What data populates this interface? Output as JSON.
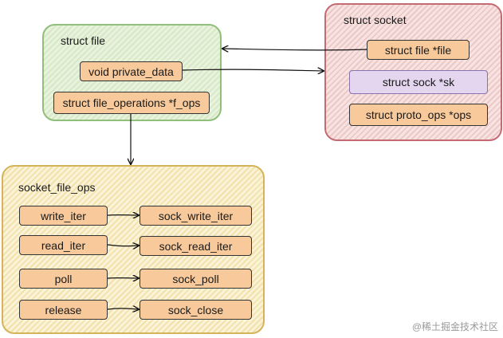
{
  "groups": {
    "file": {
      "title": "struct file"
    },
    "socket": {
      "title": "struct socket"
    },
    "ops": {
      "title": "socket_file_ops"
    }
  },
  "nodes": {
    "private_data": "void private_data",
    "f_ops": "struct file_operations *f_ops",
    "socket_file": "struct file *file",
    "sock_sk": "struct sock *sk",
    "proto_ops": "struct proto_ops *ops",
    "write_iter": "write_iter",
    "read_iter": "read_iter",
    "poll": "poll",
    "release": "release",
    "sock_write_iter": "sock_write_iter",
    "sock_read_iter": "sock_read_iter",
    "sock_poll": "sock_poll",
    "sock_close": "sock_close"
  },
  "colors": {
    "node_fill": "#f8c99b",
    "sock_fill": "#e3d6ee",
    "file_group_border": "#8fbf7a",
    "socket_group_border": "#c46a72",
    "ops_group_border": "#d4b35a"
  },
  "watermark": "@稀土掘金技术社区"
}
